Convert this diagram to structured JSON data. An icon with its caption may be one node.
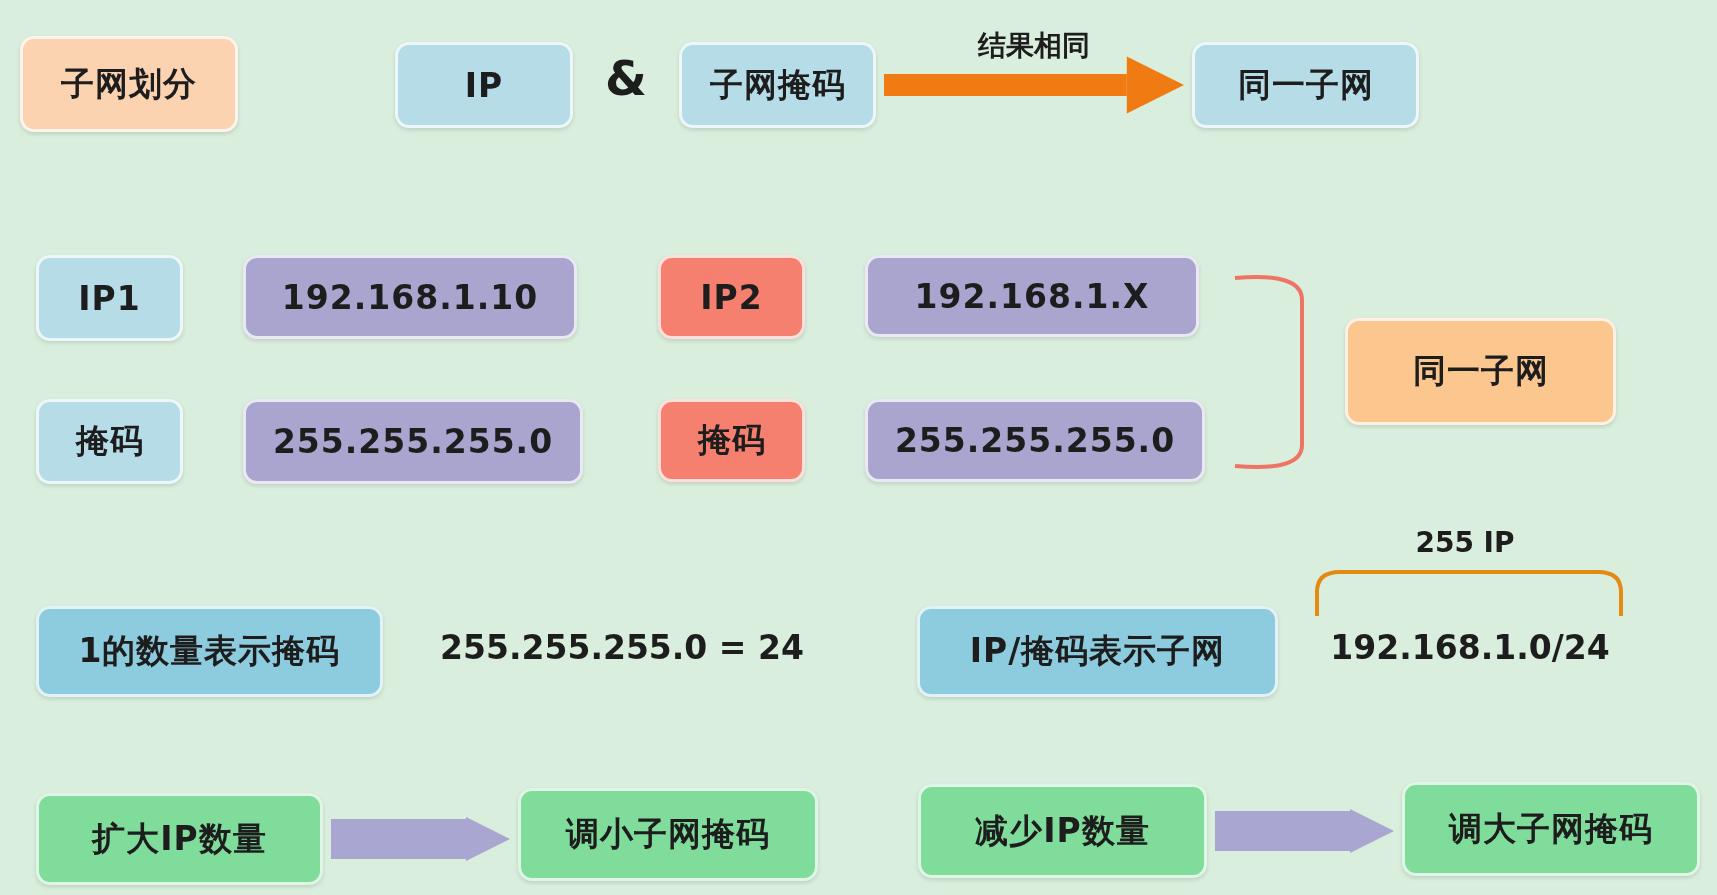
{
  "diagram": {
    "nodes": [
      {
        "text": [
          "子网划分"
        ]
      },
      {
        "text": [
          "IP"
        ]
      },
      {
        "text": [
          "子网掩码"
        ]
      },
      {
        "text": [
          "同一子网"
        ]
      },
      {
        "text": [
          "IP1"
        ]
      },
      {
        "text": [
          "192.168.1.10"
        ]
      },
      {
        "text": [
          "IP2"
        ]
      },
      {
        "text": [
          "192.168.1.X"
        ]
      },
      {
        "text": [
          "掩码"
        ]
      },
      {
        "text": [
          "255.255.255.0"
        ]
      },
      {
        "text": [
          "掩码"
        ]
      },
      {
        "text": [
          "255.255.255.0"
        ]
      },
      {
        "text": [
          "同一子网"
        ]
      },
      {
        "text": [
          "1的数量表示掩码"
        ]
      },
      {
        "text": [
          "IP/掩码表示子网"
        ]
      },
      {
        "text": [
          "扩大IP数量"
        ]
      },
      {
        "text": [
          "调小子网掩码"
        ]
      },
      {
        "text": [
          "减少IP数量"
        ]
      },
      {
        "text": [
          "调大子网掩码"
        ]
      }
    ],
    "edges": [
      {
        "from": 2,
        "to": 3,
        "arrow": "to",
        "label": "结果相同",
        "color": "#ef7b12"
      },
      {
        "from": 15,
        "to": 16,
        "arrow": "to",
        "color": "#a9a6d1"
      },
      {
        "from": 17,
        "to": 18,
        "arrow": "to",
        "color": "#a9a6d1"
      }
    ],
    "labels": [
      "&",
      "255.255.255.0 = 24",
      "255 IP",
      "192.168.1.0/24"
    ]
  }
}
